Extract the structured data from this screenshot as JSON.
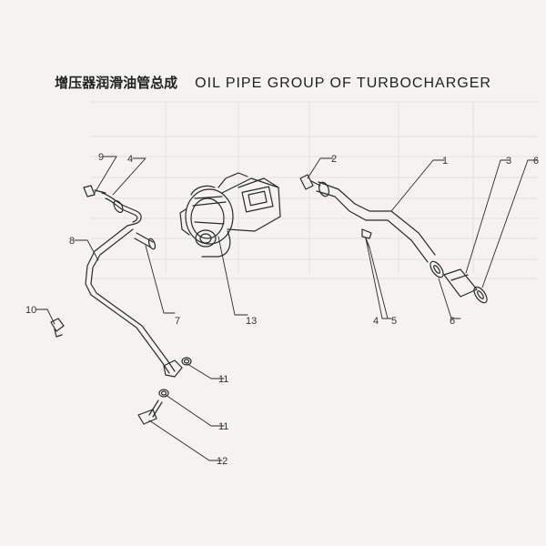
{
  "header": {
    "title_cn": "增压器润滑油管总成",
    "title_en": "OIL PIPE GROUP OF TURBOCHARGER"
  },
  "callouts": {
    "c9": "9",
    "c4_left": "4",
    "c8": "8",
    "c10": "10",
    "c7": "7",
    "c13": "13",
    "c11_upper": "11",
    "c11_lower": "11",
    "c12": "12",
    "c2": "2",
    "c1": "1",
    "c3": "3",
    "c6_right": "6",
    "c4_right": "4",
    "c5": "5",
    "c6_lower": "6"
  },
  "colors": {
    "line": "#2a2a2a",
    "paper": "#f4f3ef",
    "ghost": "#d9d6cf"
  }
}
